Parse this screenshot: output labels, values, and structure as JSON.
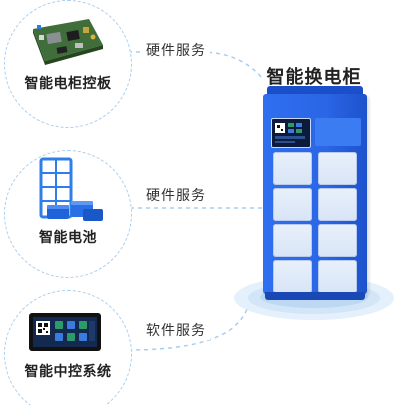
{
  "cabinet": {
    "title": "智能换电柜"
  },
  "nodes": [
    {
      "label": "智能电柜控板",
      "service": "硬件服务",
      "icon": "circuit-board-icon"
    },
    {
      "label": "智能电池",
      "service": "硬件服务",
      "icon": "battery-rack-icon"
    },
    {
      "label": "智能中控系统",
      "service": "软件服务",
      "icon": "control-screen-icon"
    }
  ],
  "colors": {
    "accent": "#2f6ff0",
    "dashed_line": "#a9cdef",
    "platform": "#cfe3f7"
  }
}
